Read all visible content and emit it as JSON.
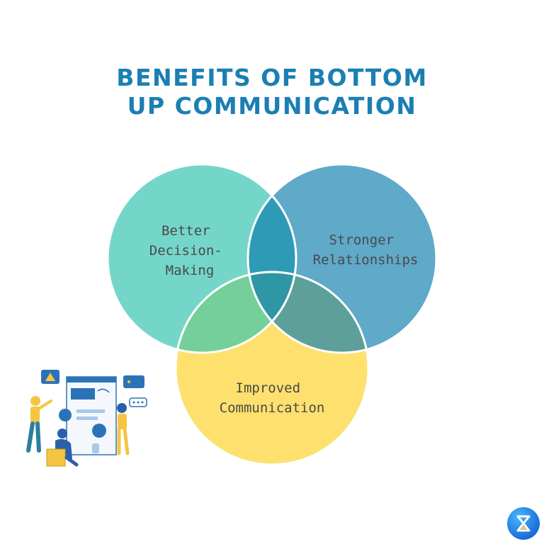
{
  "title": {
    "line1": "BENEFITS OF BOTTOM",
    "line2": "UP COMMUNICATION"
  },
  "venn": {
    "sets": [
      {
        "label_lines": [
          "Better",
          "Decision-",
          "Making"
        ],
        "color": "#74d6c9"
      },
      {
        "label_lines": [
          "Stronger",
          "Relationships"
        ],
        "color": "#5fa9c9"
      },
      {
        "label_lines": [
          "Improved",
          "Communication"
        ],
        "color": "#fde06e"
      }
    ],
    "overlap_colors": {
      "top": "#2f9ab6",
      "left": "#74cf9a",
      "right": "#5e9f9a",
      "center": "#2f96a6"
    }
  },
  "illustration": {
    "icon": "team-dashboard-illustration"
  },
  "logo": {
    "icon": "hourglass-icon",
    "color": "#1b6fd8"
  }
}
